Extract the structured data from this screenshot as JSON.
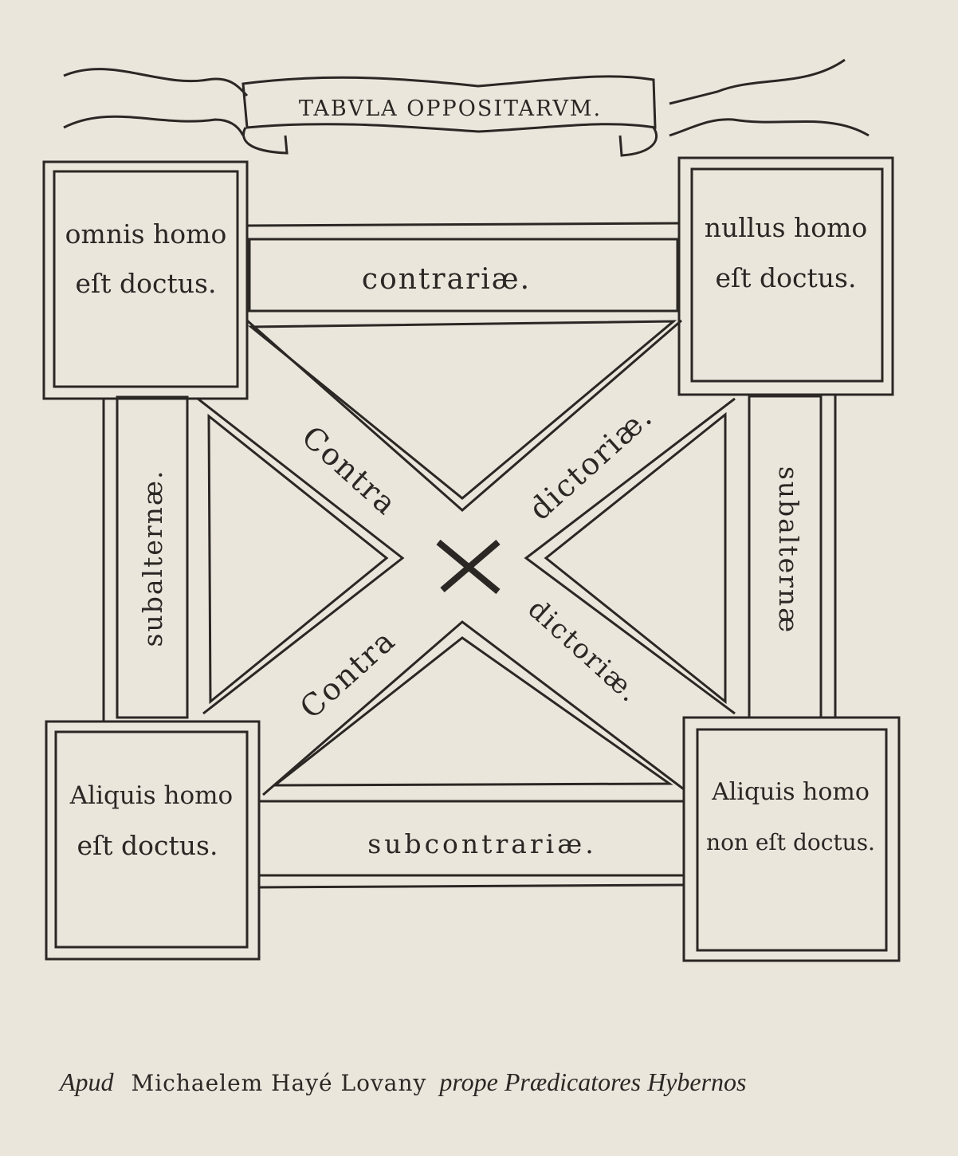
{
  "title": "TABVLA OPPOSITARVM.",
  "corners": {
    "top_left": {
      "line1": "omnis homo",
      "line2": "eſt doctus."
    },
    "top_right": {
      "line1": "nullus homo",
      "line2": "eſt doctus."
    },
    "bottom_left": {
      "line1": "Aliquis homo",
      "line2": "eſt doctus."
    },
    "bottom_right": {
      "line1": "Aliquis homo",
      "line2": "non eſt doctus."
    }
  },
  "relations": {
    "top": "contrariæ.",
    "bottom": "subcontrariæ.",
    "left": "subalternæ.",
    "right": "subalternæ",
    "diag_contra_upper": "Contra",
    "diag_dictoriae_upper": "dictoriæ.",
    "diag_contra_lower": "Contra",
    "diag_dictoriae_lower": "dictoriæ."
  },
  "imprint": {
    "apud": "Apud",
    "printer": "Michaelem Hayé Lovany",
    "location": "prope Prædicatores Hybernos"
  }
}
